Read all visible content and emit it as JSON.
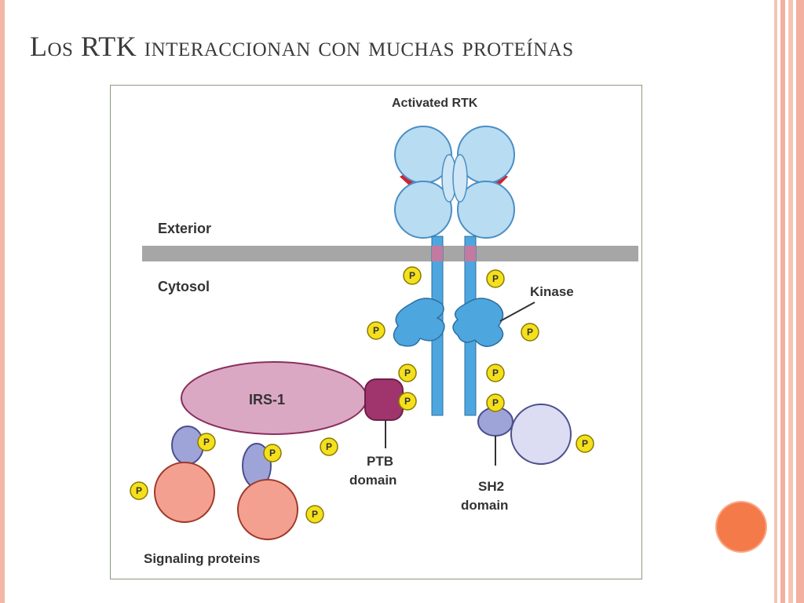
{
  "slide": {
    "title": "Los RTK interaccionan con muchas proteínas"
  },
  "diagram": {
    "labels": {
      "activated_rtk": "Activated RTK",
      "exterior": "Exterior",
      "cytosol": "Cytosol",
      "kinase": "Kinase",
      "irs1": "IRS-1",
      "ptb_line1": "PTB",
      "ptb_line2": "domain",
      "sh2_line1": "SH2",
      "sh2_line2": "domain",
      "signaling_proteins": "Signaling proteins",
      "phosphate": "P"
    }
  },
  "colors": {
    "accent_border": "#f3b7a5",
    "orange_dot": "#f47a4a",
    "membrane": "#a6a6a6",
    "receptor_blue": "#b8dcf2",
    "kinase_blue": "#4ea6df",
    "irs1_pink": "#dba8c4",
    "ptb_magenta": "#a0356e",
    "phosphate_yellow": "#f4e01c",
    "signaling_salmon": "#f4a090",
    "sh2_lavender": "#9fa4d8"
  }
}
